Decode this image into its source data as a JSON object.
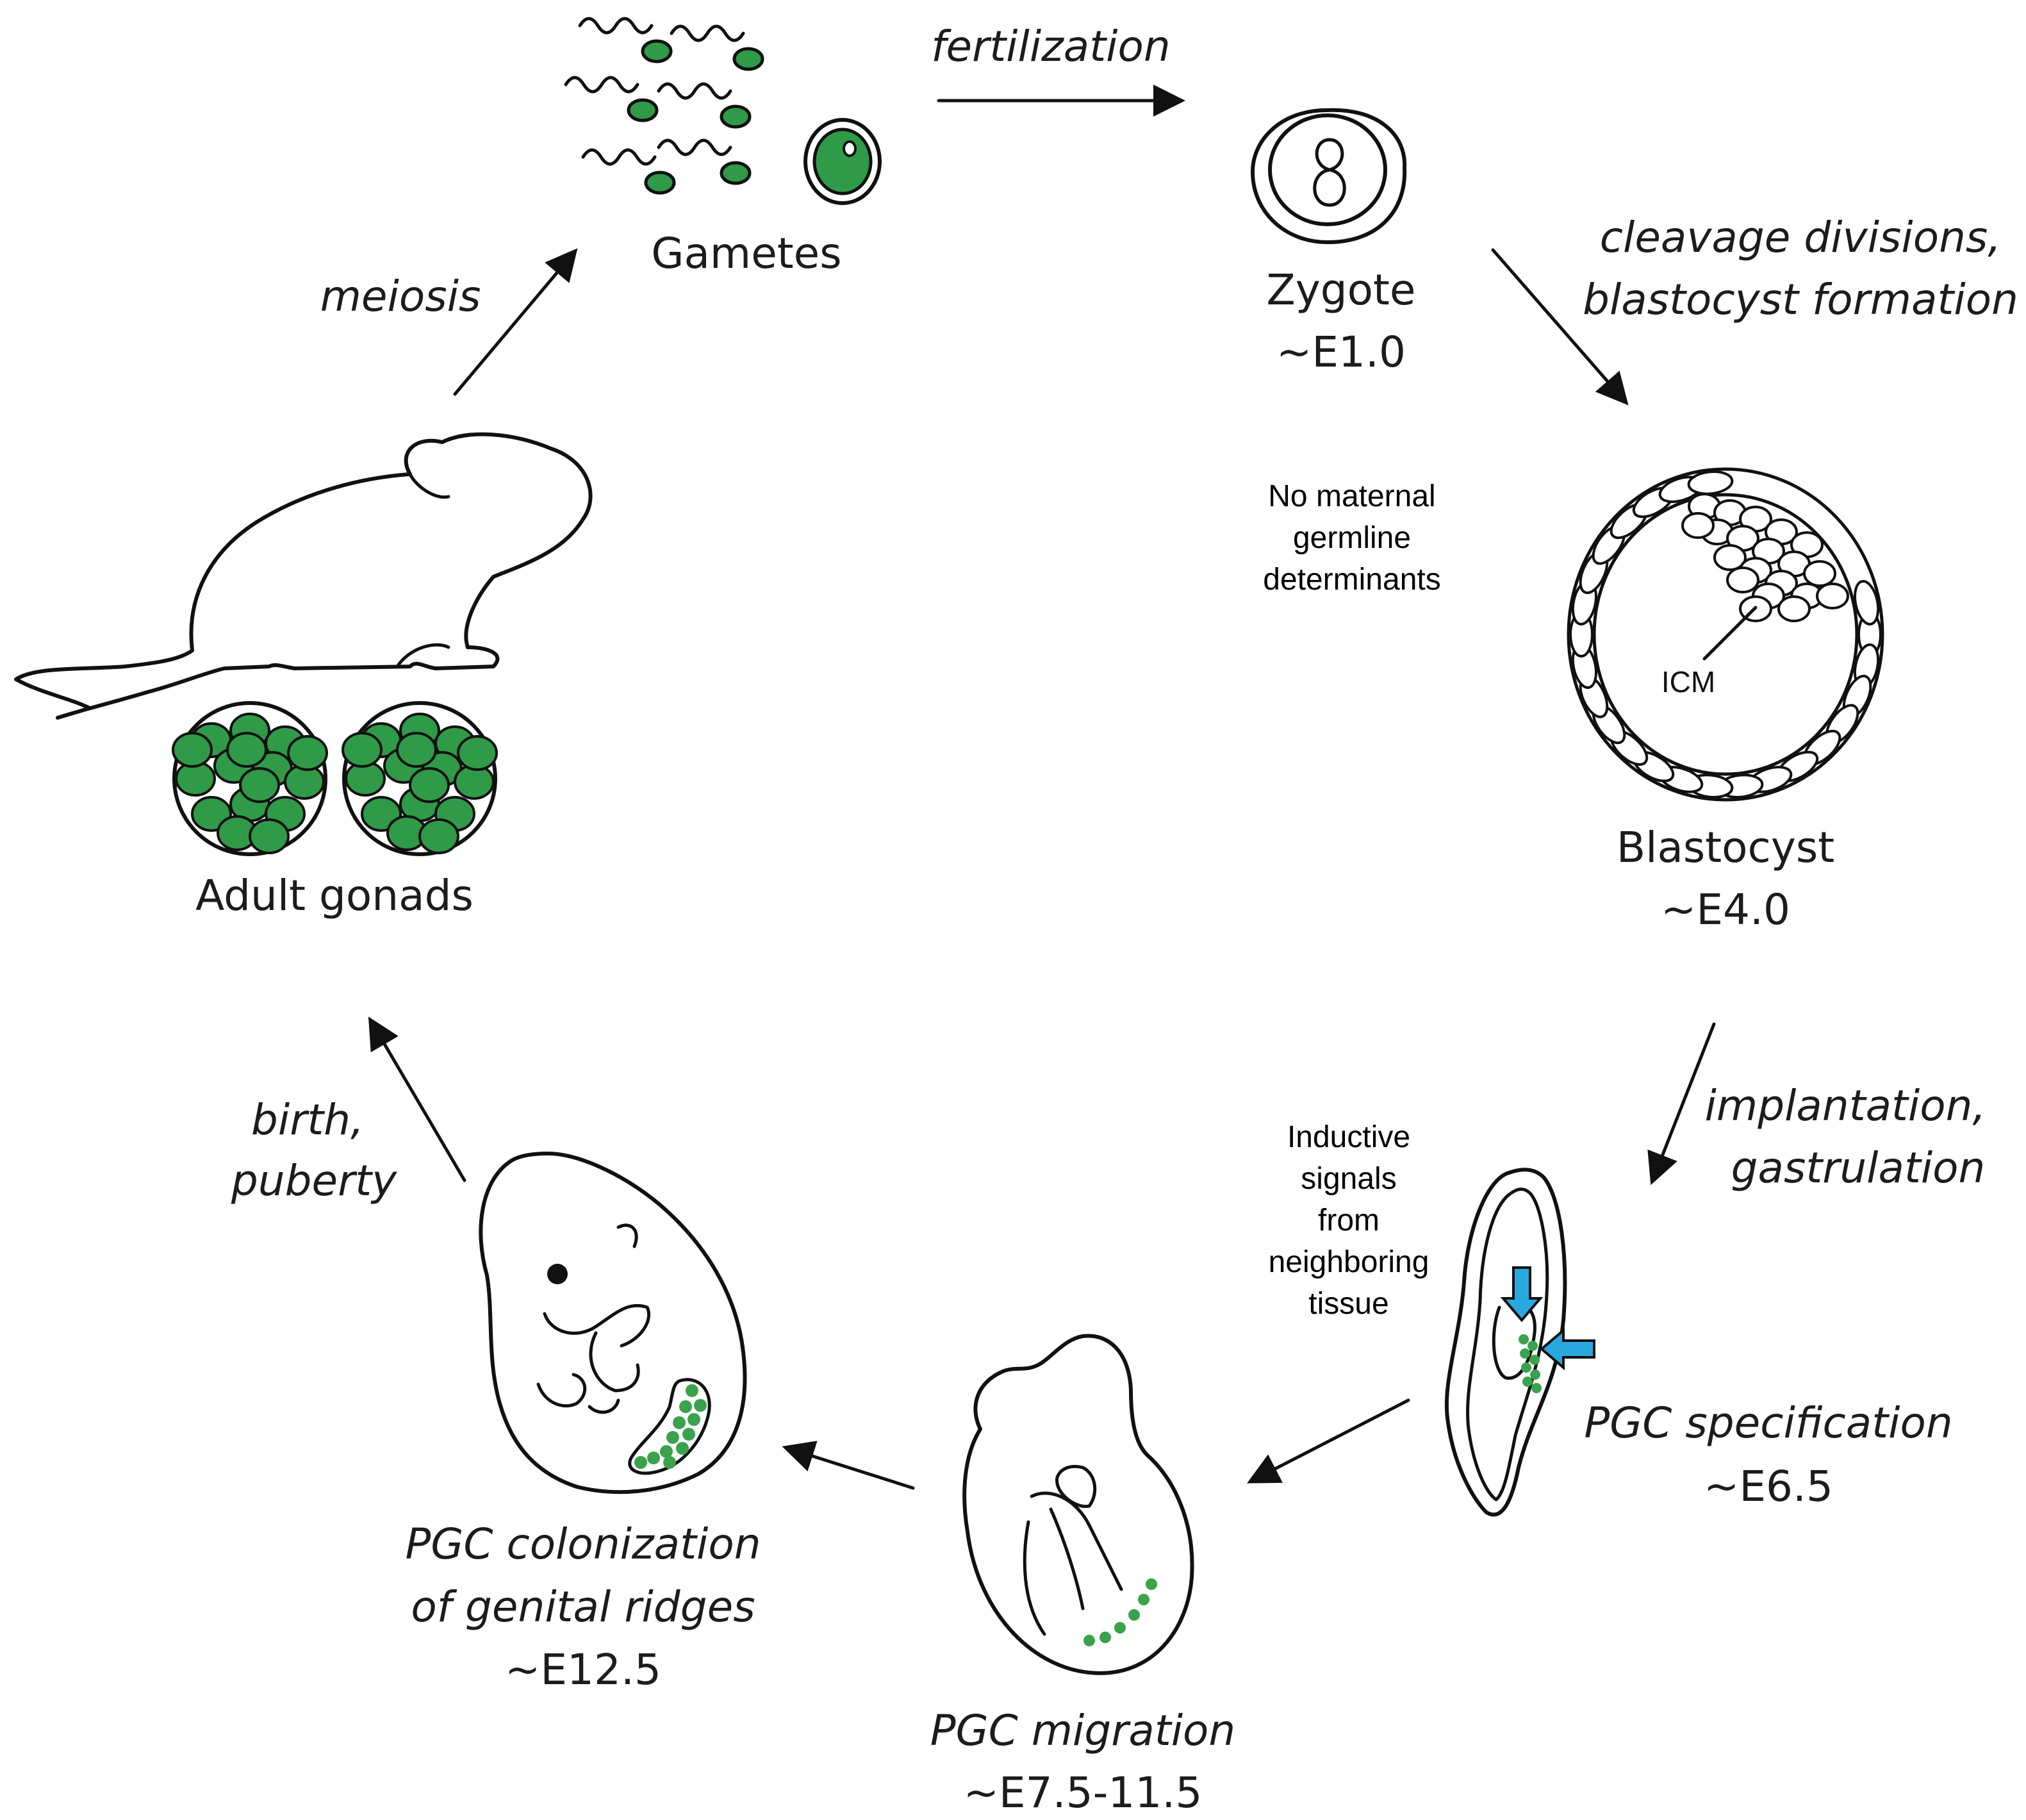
{
  "stages": {
    "gametes": "Gametes",
    "zygote": "Zygote",
    "zygote_time": "~E1.0",
    "blastocyst": "Blastocyst",
    "blastocyst_time": "~E4.0",
    "pgc_spec": "PGC specification",
    "pgc_spec_time": "~E6.5",
    "pgc_migration": "PGC migration",
    "pgc_migration_time": "~E7.5-11.5",
    "pgc_colonization_1": "PGC colonization",
    "pgc_colonization_2": "of genital ridges",
    "pgc_colonization_time": "~E12.5",
    "adult_gonads": "Adult gonads"
  },
  "processes": {
    "fertilization": "fertilization",
    "cleavage_1": "cleavage divisions,",
    "cleavage_2": "blastocyst formation",
    "implantation_1": "implantation,",
    "implantation_2": "gastrulation",
    "birth_1": "birth,",
    "birth_2": "puberty",
    "meiosis": "meiosis"
  },
  "notes": {
    "no_maternal": [
      "No maternal",
      "germline",
      "determinants"
    ],
    "inductive": [
      "Inductive",
      "signals",
      "from",
      "neighboring",
      "tissue"
    ],
    "icm": "ICM"
  },
  "colors": {
    "germ_cell_green": "#2f9a47",
    "signal_arrow_blue": "#29a8e0",
    "line": "#111111"
  }
}
